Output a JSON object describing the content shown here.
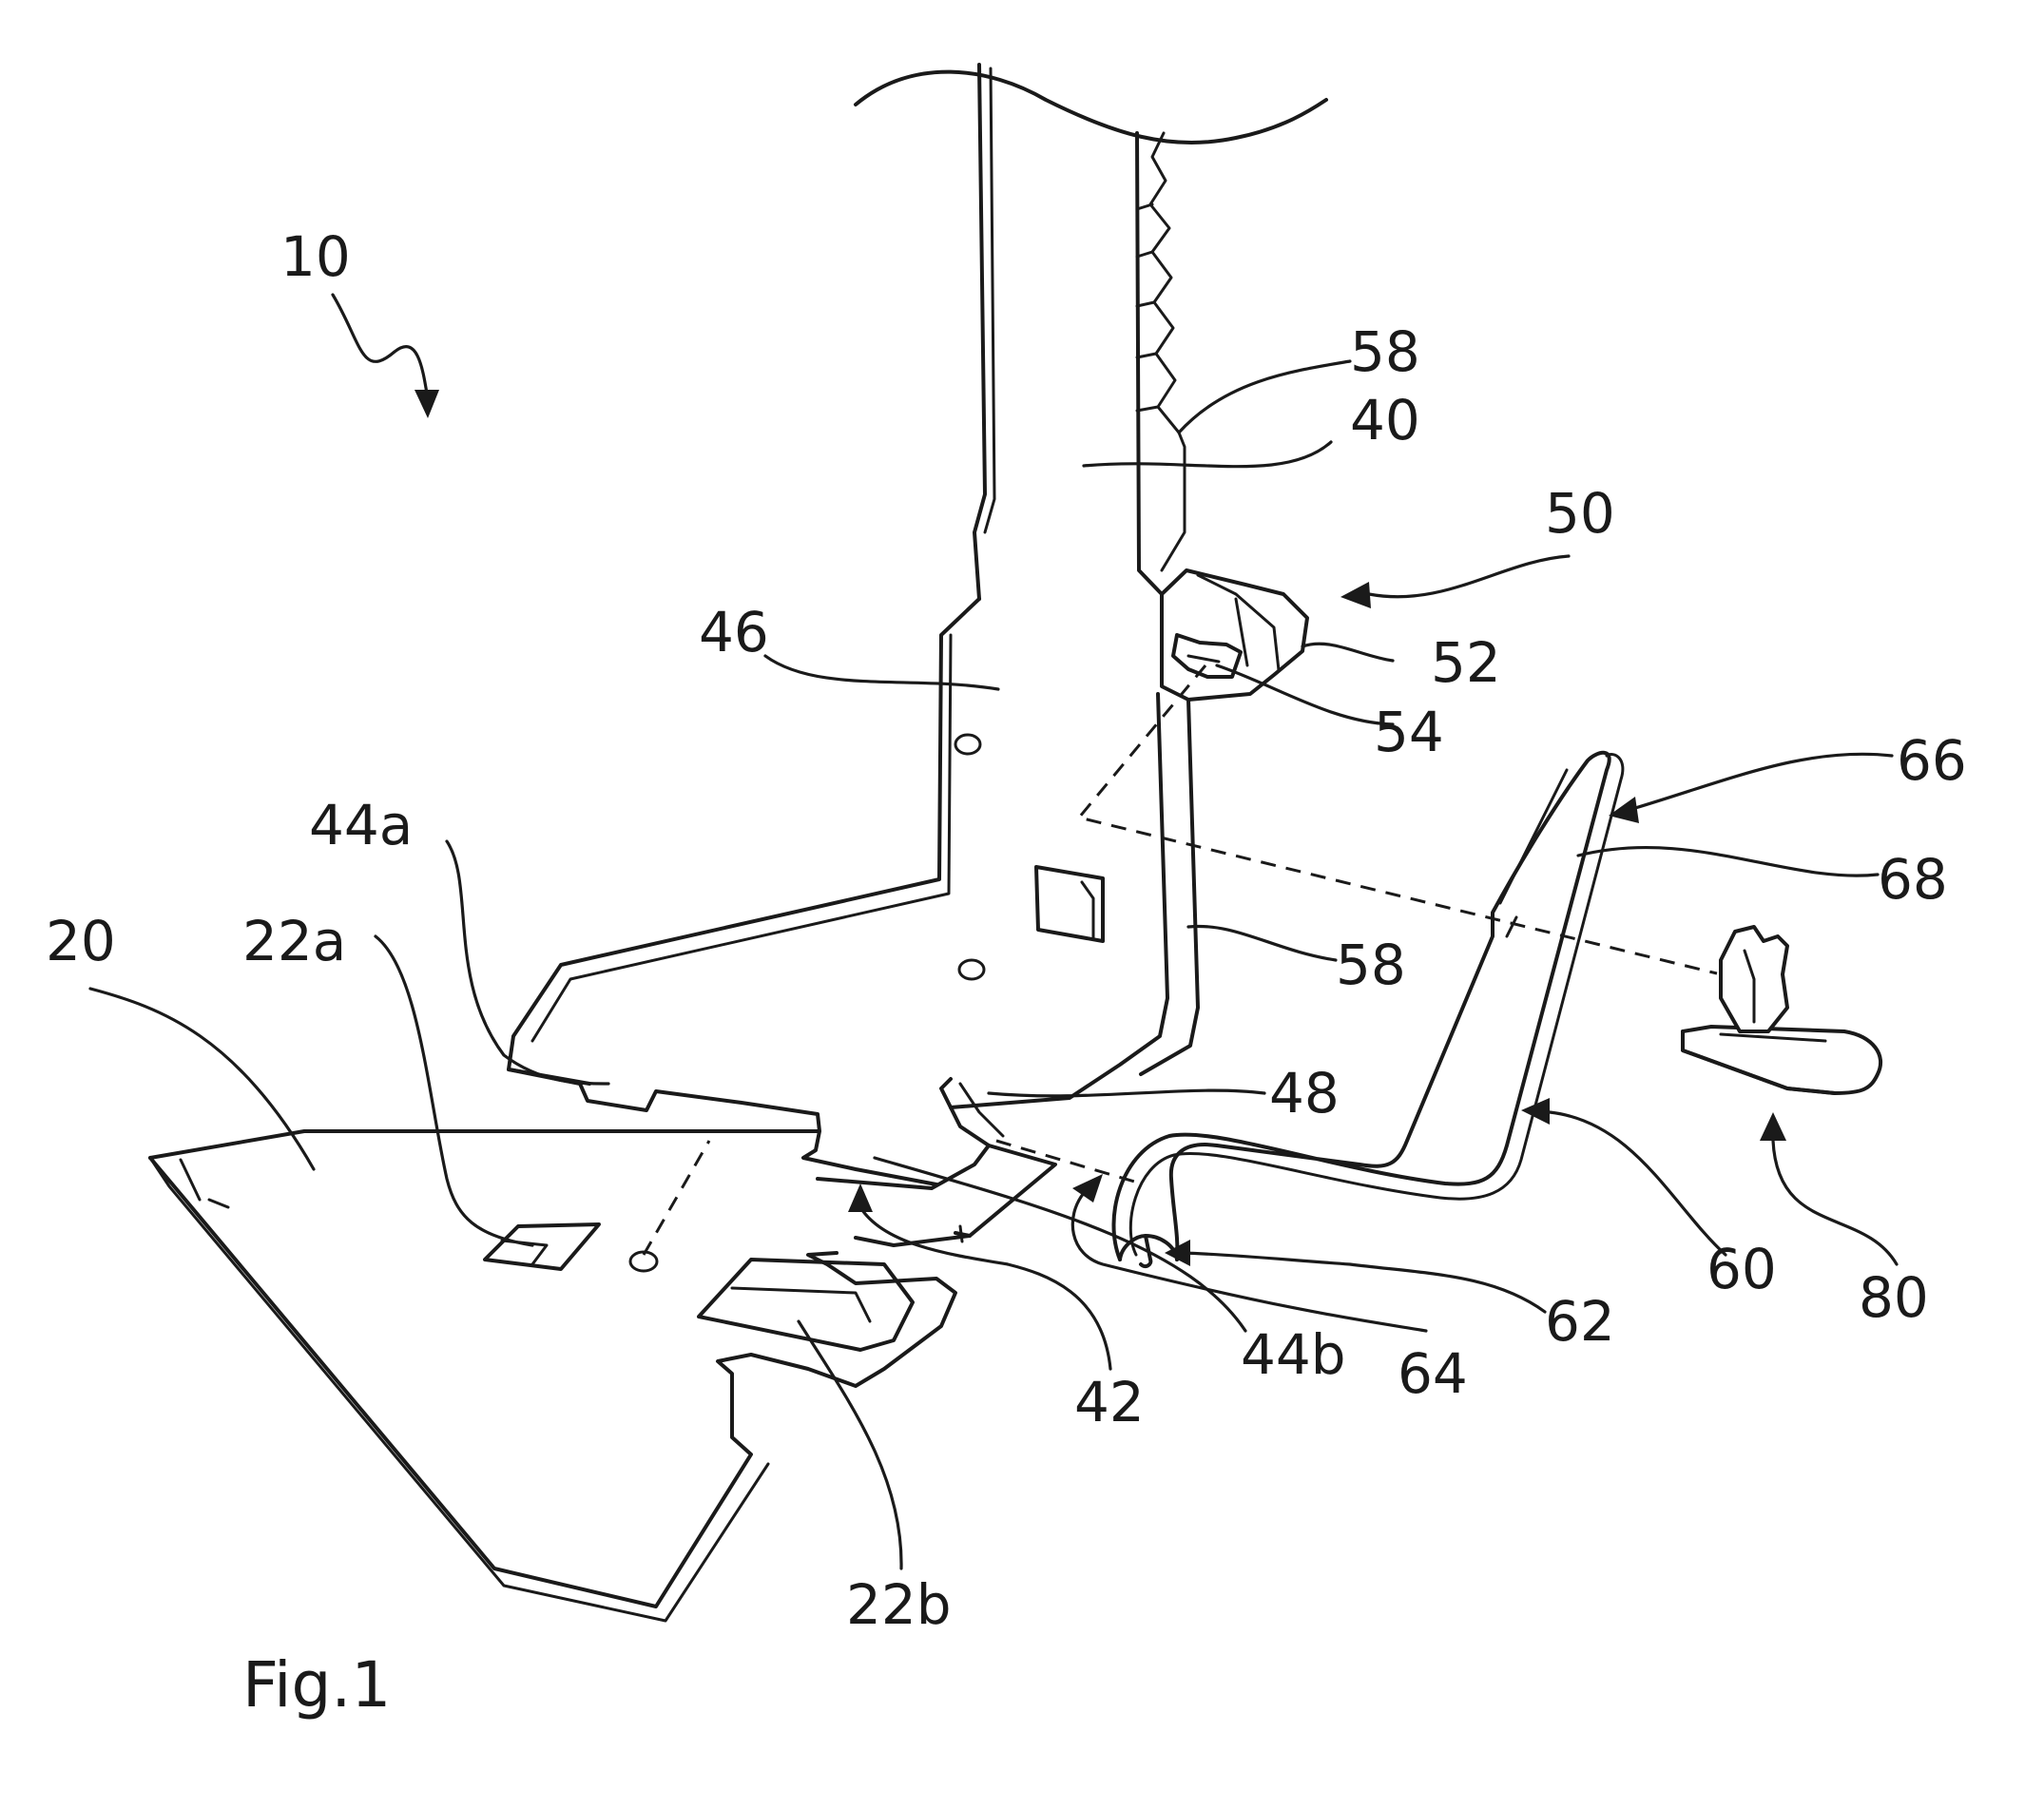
{
  "figure": {
    "caption": "Fig.1",
    "labels": {
      "l10": "10",
      "l20": "20",
      "l22a": "22a",
      "l22b": "22b",
      "l40": "40",
      "l42": "42",
      "l44a": "44a",
      "l44b": "44b",
      "l46": "46",
      "l48": "48",
      "l50": "50",
      "l52": "52",
      "l54": "54",
      "l58top": "58",
      "l58mid": "58",
      "l60": "60",
      "l62": "62",
      "l64": "64",
      "l66": "66",
      "l68": "68",
      "l80": "80"
    }
  }
}
